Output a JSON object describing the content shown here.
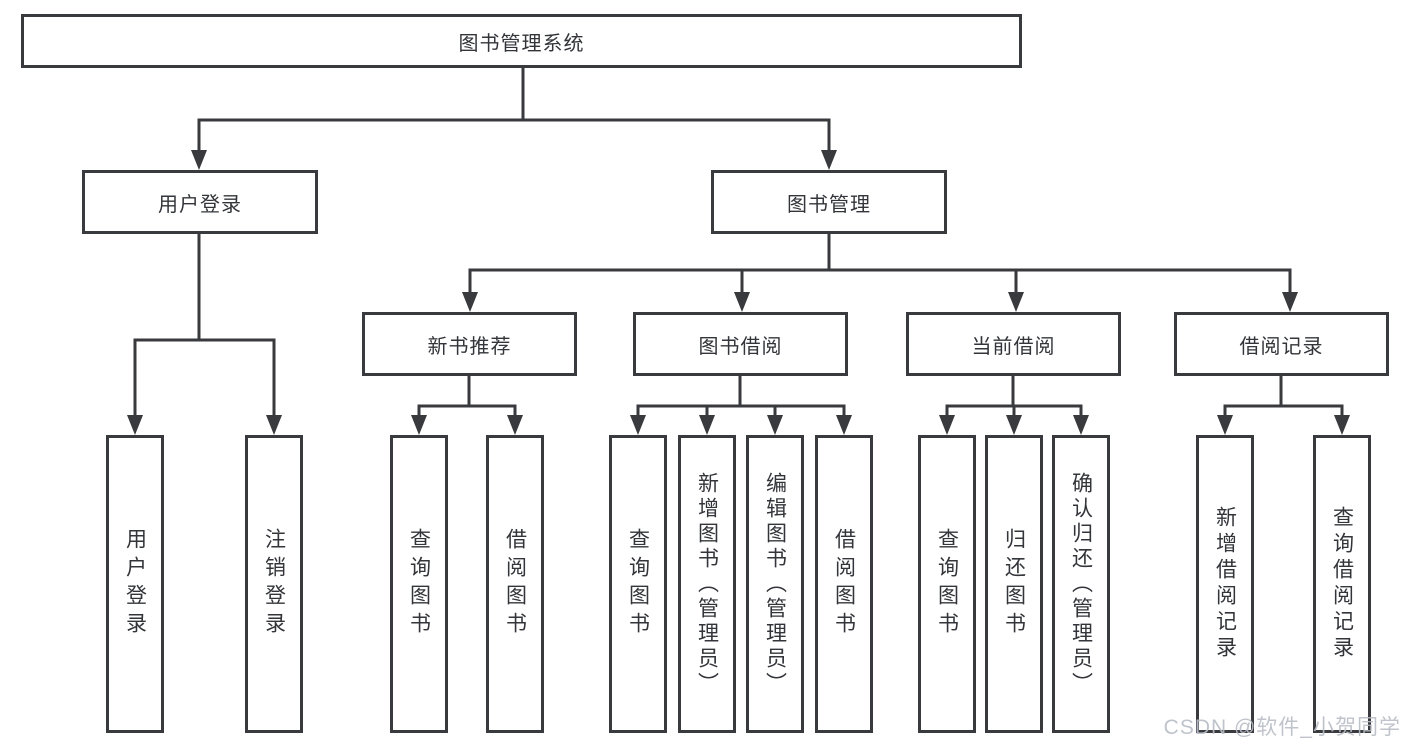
{
  "diagram": {
    "root": {
      "label": "图书管理系统",
      "children": [
        {
          "label": "用户登录",
          "children": [
            {
              "label": "用户登录"
            },
            {
              "label": "注销登录"
            }
          ]
        },
        {
          "label": "图书管理",
          "children": [
            {
              "label": "新书推荐",
              "children": [
                {
                  "label": "查询图书"
                },
                {
                  "label": "借阅图书"
                }
              ]
            },
            {
              "label": "图书借阅",
              "children": [
                {
                  "label": "查询图书"
                },
                {
                  "label": "新增图书（管理员）"
                },
                {
                  "label": "编辑图书（管理员）"
                },
                {
                  "label": "借阅图书"
                }
              ]
            },
            {
              "label": "当前借阅",
              "children": [
                {
                  "label": "查询图书"
                },
                {
                  "label": "归还图书"
                },
                {
                  "label": "确认归还（管理员）"
                }
              ]
            },
            {
              "label": "借阅记录",
              "children": [
                {
                  "label": "新增借阅记录"
                },
                {
                  "label": "查询借阅记录"
                }
              ]
            }
          ]
        }
      ]
    }
  },
  "watermark": {
    "text": "CSDN @软件_小贺同学"
  },
  "colors": {
    "line": "#383a3d",
    "text": "#33353a",
    "background": "#ffffff",
    "watermark": "#b9bdc6"
  }
}
